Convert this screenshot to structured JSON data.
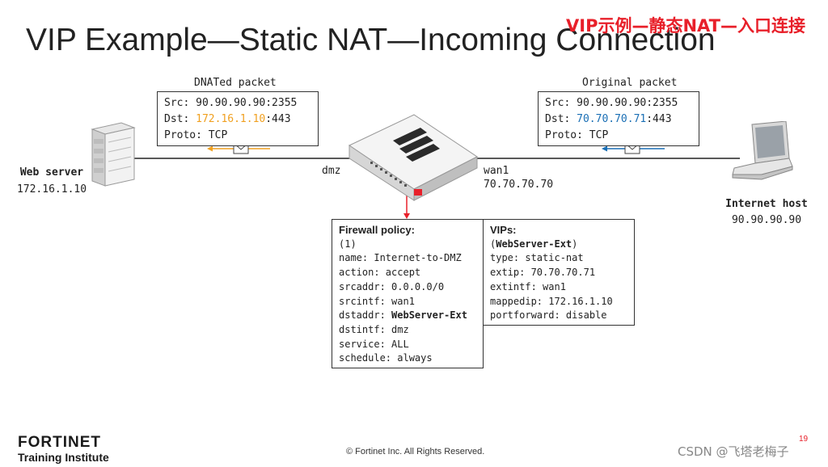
{
  "slide": {
    "title": "VIP Example—Static NAT—Incoming Connection",
    "title_cn": "VIP示例—静态NAT—入口连接",
    "page_number": "19",
    "footer": "© Fortinet Inc. All Rights Reserved.",
    "watermark": "CSDN @飞塔老梅子"
  },
  "logo": {
    "brand": "FORTINET",
    "sub": "Training Institute"
  },
  "web_server": {
    "label": "Web server",
    "ip": "172.16.1.10",
    "icon": "server-icon"
  },
  "internet_host": {
    "label": "Internet host",
    "ip": "90.90.90.90",
    "icon": "laptop-icon"
  },
  "firewall": {
    "icon": "firewall-appliance-icon",
    "dmz_label": "dmz",
    "wan1_label": "wan1",
    "wan1_ip": "70.70.70.70"
  },
  "dnat_packet": {
    "title": "DNATed packet",
    "src_prefix": "Src: ",
    "src": "90.90.90.90:2355",
    "dst_prefix": "Dst: ",
    "dst_ip": "172.16.1.10",
    "dst_port": ":443",
    "proto": "Proto: TCP",
    "arrow_color": "#f0a020"
  },
  "original_packet": {
    "title": "Original packet",
    "src_prefix": "Src: ",
    "src": "90.90.90.90:2355",
    "dst_prefix": "Dst: ",
    "dst_ip": "70.70.70.71",
    "dst_port": ":443",
    "proto": "Proto: TCP",
    "arrow_color": "#1a6fb5"
  },
  "firewall_policy": {
    "header": "Firewall policy:",
    "id": "(1)",
    "name": "name: Internet-to-DMZ",
    "action": "action: accept",
    "srcaddr": "srcaddr: 0.0.0.0/0",
    "srcintf": "srcintf: wan1",
    "dstaddr_key": "dstaddr: ",
    "dstaddr_val": "WebServer-Ext",
    "dstintf": "dstintf: dmz",
    "service": "service: ALL",
    "schedule": "schedule: always"
  },
  "vips": {
    "header": "VIPs:",
    "name_open": "(",
    "name": "WebServer-Ext",
    "name_close": ")",
    "type": "type: static-nat",
    "extip": "extip: 70.70.70.71",
    "extintf": "extintf: wan1",
    "mappedip": "mappedip: 172.16.1.10",
    "portforward": "portforward: disable"
  },
  "colors": {
    "accent_red": "#e8202a",
    "orange": "#f0a020",
    "blue": "#1a6fb5"
  }
}
